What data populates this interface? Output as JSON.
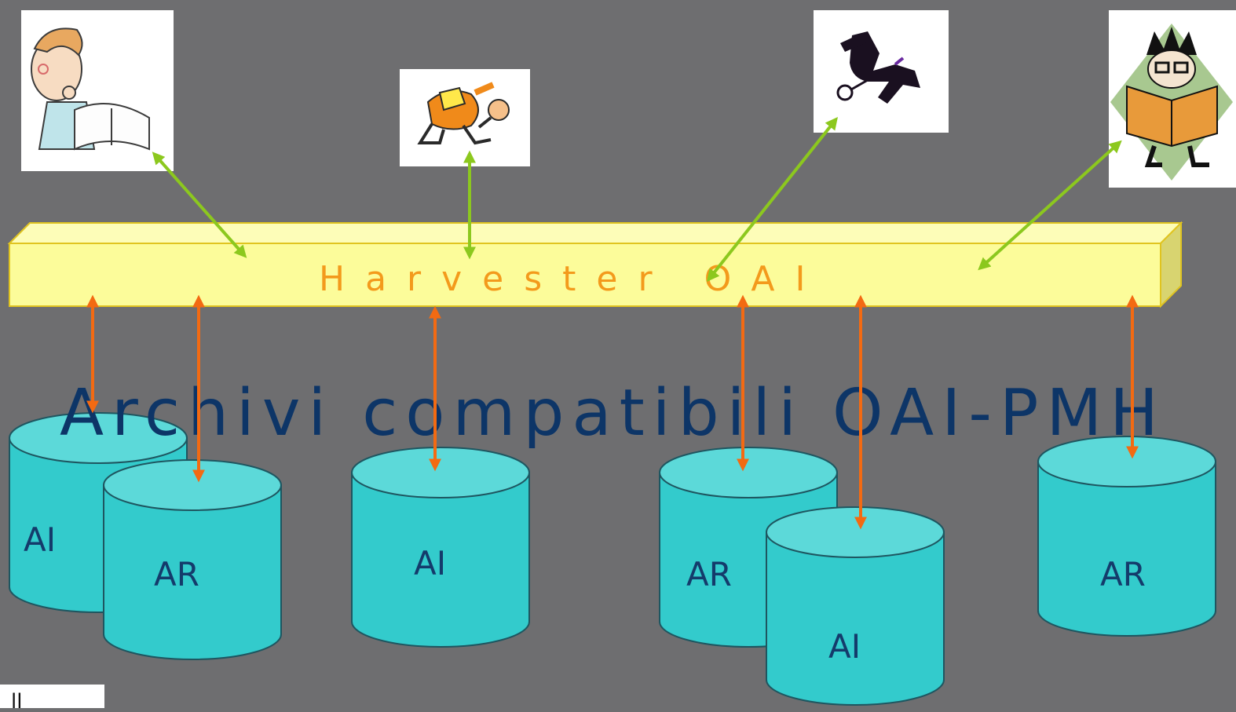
{
  "diagram": {
    "harvester_label": "Harvester OAI",
    "title": "Archivi compatibili OAI-PMH",
    "databases": [
      {
        "label": "AI"
      },
      {
        "label": "AR"
      },
      {
        "label": "AI"
      },
      {
        "label": "AR"
      },
      {
        "label": "AI"
      },
      {
        "label": "AR"
      }
    ],
    "users": [
      {
        "icon": "reading-man-icon"
      },
      {
        "icon": "searching-person-icon"
      },
      {
        "icon": "detective-silhouette-icon"
      },
      {
        "icon": "reader-with-book-icon"
      }
    ],
    "colors": {
      "background": "#6e6e70",
      "harvester_fill": "#fcfc9a",
      "harvester_text": "#f39a1c",
      "database_fill": "#33cbcc",
      "database_top": "#5cd9d9",
      "title_text": "#0d3567",
      "user_arrow": "#8cc81e",
      "archive_arrow": "#f36a12"
    },
    "corner_fragment": "ll"
  }
}
